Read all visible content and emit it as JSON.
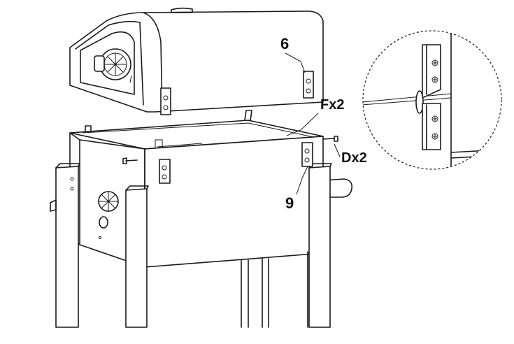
{
  "callouts": {
    "part_lid": "6",
    "part_bracket": "9",
    "qty_f": "Fx2",
    "qty_d": "Dx2"
  }
}
